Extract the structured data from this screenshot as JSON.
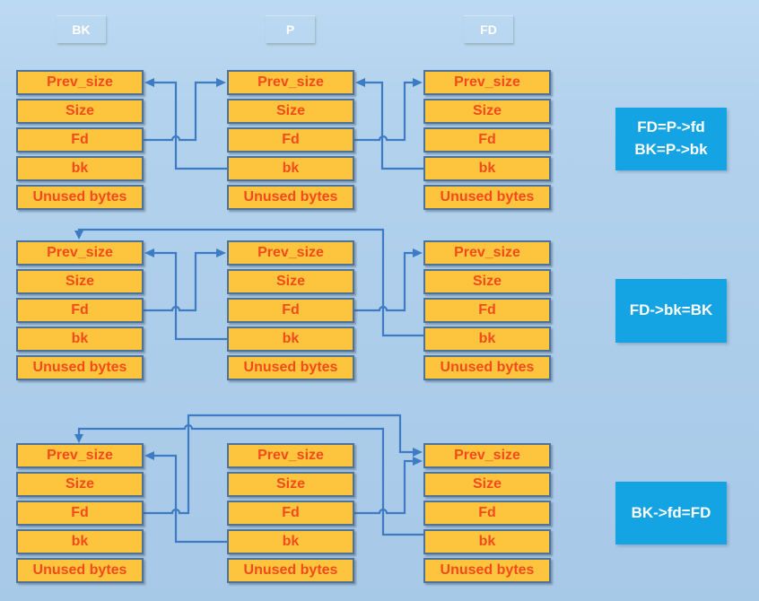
{
  "pointer_labels": [
    "BK",
    "P",
    "FD"
  ],
  "chunk_fields": [
    "Prev_size",
    "Size",
    "Fd",
    "bk",
    "Unused bytes"
  ],
  "rows": [
    {
      "annotation": [
        "FD=P->fd",
        "BK=P->bk"
      ],
      "arrows": [
        "BK.fd->P",
        "P.bk->BK",
        "P.fd->FD",
        "FD.bk->P"
      ]
    },
    {
      "annotation": [
        "FD->bk=BK"
      ],
      "arrows": [
        "BK.fd->P",
        "P.bk->BK",
        "P.fd->FD",
        "FD.bk->BK"
      ]
    },
    {
      "annotation": [
        "BK->fd=FD"
      ],
      "arrows": [
        "P.bk->BK",
        "BK.fd->FD",
        "P.fd->FD",
        "FD.bk->BK"
      ]
    }
  ],
  "colors": {
    "background": "#aecdea",
    "chunk_fill": "#fdc53e",
    "chunk_border": "#4e7398",
    "chunk_text": "#f34b1c",
    "pointer_label_green": "#5bb531",
    "annotation_blue": "#14a3e3",
    "annotation_text": "#ffffff",
    "arrow_blue": "#3d7cc5"
  }
}
